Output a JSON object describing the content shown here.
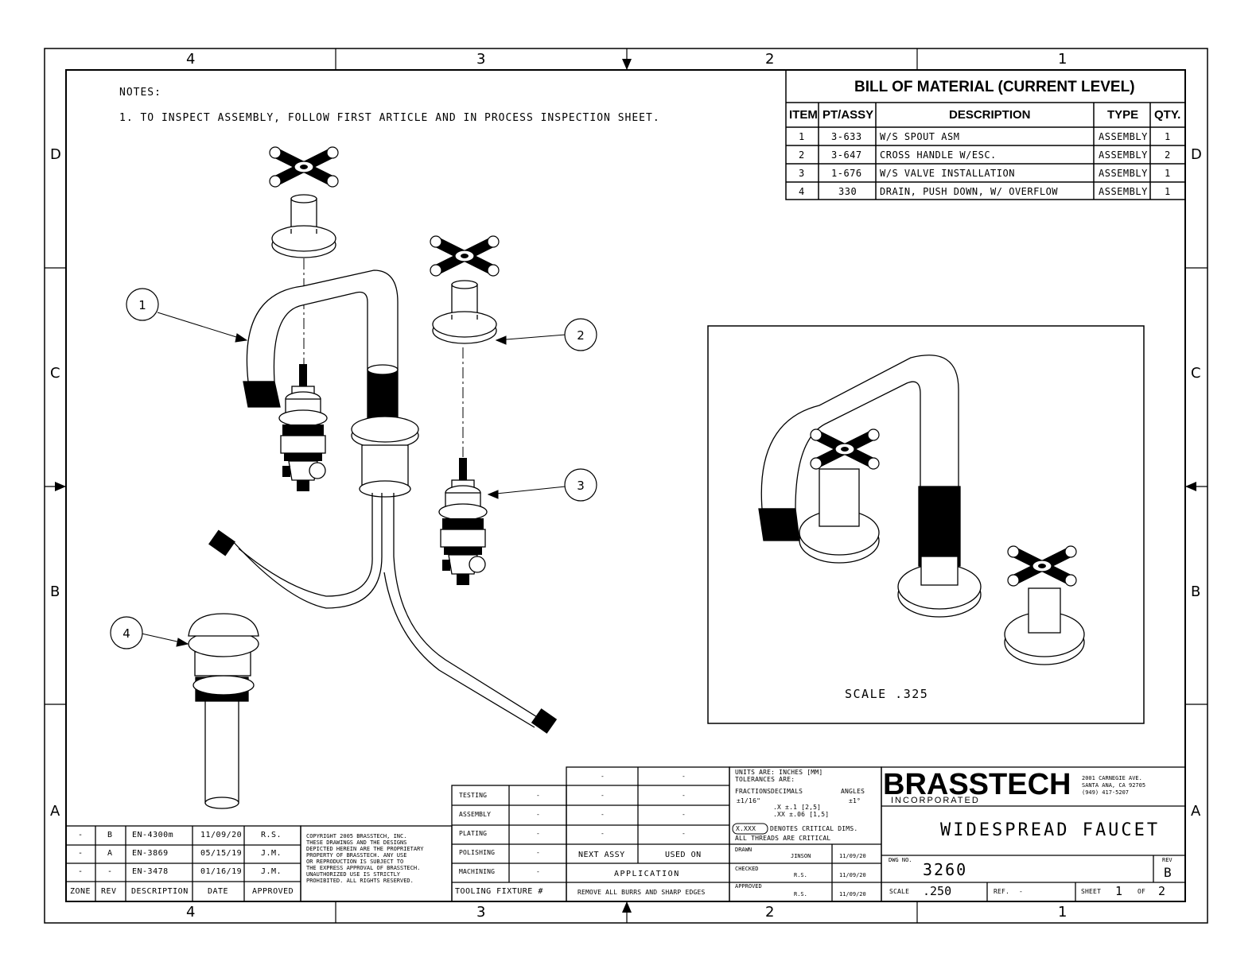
{
  "zones": {
    "top": [
      "4",
      "3",
      "2",
      "1"
    ],
    "bottom": [
      "4",
      "3",
      "2",
      "1"
    ],
    "left": [
      "D",
      "C",
      "B",
      "A"
    ],
    "right": [
      "D",
      "C",
      "B",
      "A"
    ]
  },
  "notes": {
    "heading": "NOTES:",
    "items": [
      "1.  TO INSPECT ASSEMBLY, FOLLOW FIRST ARTICLE AND IN PROCESS INSPECTION SHEET."
    ]
  },
  "bom": {
    "title": "BILL OF MATERIAL (CURRENT LEVEL)",
    "headers": [
      "ITEM",
      "PT/ASSY",
      "DESCRIPTION",
      "TYPE",
      "QTY."
    ],
    "rows": [
      [
        "1",
        "3-633",
        "W/S SPOUT ASM",
        "ASSEMBLY",
        "1"
      ],
      [
        "2",
        "3-647",
        "CROSS HANDLE W/ESC.",
        "ASSEMBLY",
        "2"
      ],
      [
        "3",
        "1-676",
        "W/S VALVE INSTALLATION",
        "ASSEMBLY",
        "1"
      ],
      [
        "4",
        "330",
        "DRAIN, PUSH DOWN, W/ OVERFLOW",
        "ASSEMBLY",
        "1"
      ]
    ]
  },
  "balloons": [
    "1",
    "2",
    "3",
    "4"
  ],
  "inset": {
    "scale_label": "SCALE  .325"
  },
  "revisions": {
    "headers": [
      "ZONE",
      "REV",
      "DESCRIPTION",
      "DATE",
      "APPROVED"
    ],
    "rows": [
      [
        "-",
        "B",
        "EN-4300m",
        "11/09/20",
        "R.S."
      ],
      [
        "-",
        "A",
        "EN-3869",
        "05/15/19",
        "J.M."
      ],
      [
        "-",
        "-",
        "EN-3478",
        "01/16/19",
        "J.M."
      ]
    ]
  },
  "copyright": "COPYRIGHT 2005 BRASSTECH, INC.\nTHESE DRAWINGS AND THE DESIGNS\nDEPICTED HEREIN ARE THE PROPRIETARY\nPROPERTY OF BRASSTECH. ANY USE\nOR REPRODUCTION IS SUBJECT TO\nTHE EXPRESS APPROVAL OF BRASSTECH.\nUNAUTHORIZED USE IS STRICTLY\nPROHIBITED. ALL RIGHTS RESERVED.",
  "process": {
    "rows": [
      [
        "TESTING",
        "-"
      ],
      [
        "ASSEMBLY",
        "-"
      ],
      [
        "PLATING",
        "-"
      ],
      [
        "POLISHING",
        "-"
      ],
      [
        "MACHINING",
        "-"
      ]
    ],
    "tooling_label": "TOOLING FIXTURE #"
  },
  "application": {
    "cells": [
      "-",
      "-",
      "-",
      "-",
      "-",
      "-",
      "-",
      "-"
    ],
    "next_assy": "NEXT ASSY",
    "used_on": "USED ON",
    "label": "APPLICATION",
    "burrs": "REMOVE ALL BURRS AND SHARP EDGES"
  },
  "tolerances": {
    "units": "UNITS ARE: INCHES  [MM]",
    "tol_label": "TOLERANCES ARE:",
    "fractions": "FRACTIONS",
    "decimals": "DECIMALS",
    "angles": "ANGLES",
    "frac_val": "±1/16\"",
    "dec_1": ".X  ±.1  [2,5]",
    "dec_2": ".XX ±.06 [1,5]",
    "ang_val": "±1°",
    "critical_box": "X.XXX",
    "critical_text": "DENOTES CRITICAL DIMS.",
    "threads": "ALL THREADS ARE CRITICAL"
  },
  "signoff": [
    {
      "label": "DRAWN",
      "name": "JINSON",
      "date": "11/09/20"
    },
    {
      "label": "CHECKED",
      "name": "R.S.",
      "date": "11/09/20"
    },
    {
      "label": "APPROVED",
      "name": "R.S.",
      "date": "11/09/20"
    }
  ],
  "company": {
    "name": "BRASSTECH",
    "sub": "INCORPORATED",
    "address": [
      "2001 CARNEGIE AVE.",
      "SANTA ANA, CA 92705",
      "(949) 417-5207"
    ]
  },
  "title": "WIDESPREAD FAUCET",
  "dwg": {
    "label": "DWG NO.",
    "number": "3260",
    "rev_label": "REV",
    "rev": "B"
  },
  "footer": {
    "scale_label": "SCALE",
    "scale": ".250",
    "ref_label": "REF.",
    "ref": "-",
    "sheet_label": "SHEET",
    "sheet": "1",
    "of_label": "OF",
    "of": "2"
  }
}
